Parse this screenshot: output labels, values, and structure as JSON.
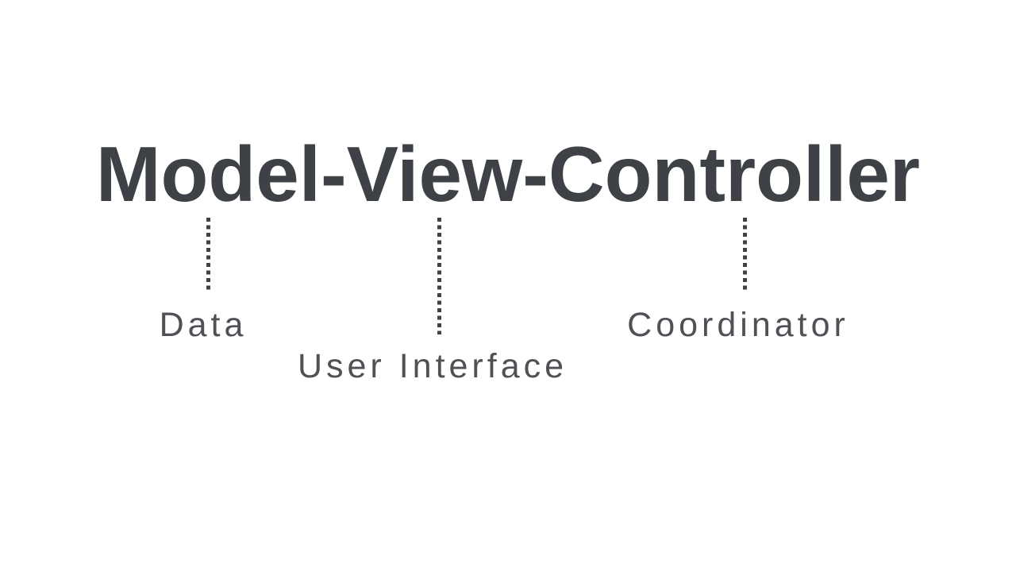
{
  "slide": {
    "title": "Model-View-Controller",
    "annotations": [
      {
        "label": "Data"
      },
      {
        "label": "User Interface"
      },
      {
        "label": "Coordinator"
      }
    ],
    "colors": {
      "background": "#ffffff",
      "title": "#3e4145",
      "label": "#4e5155",
      "connector": "#3e4145"
    }
  }
}
